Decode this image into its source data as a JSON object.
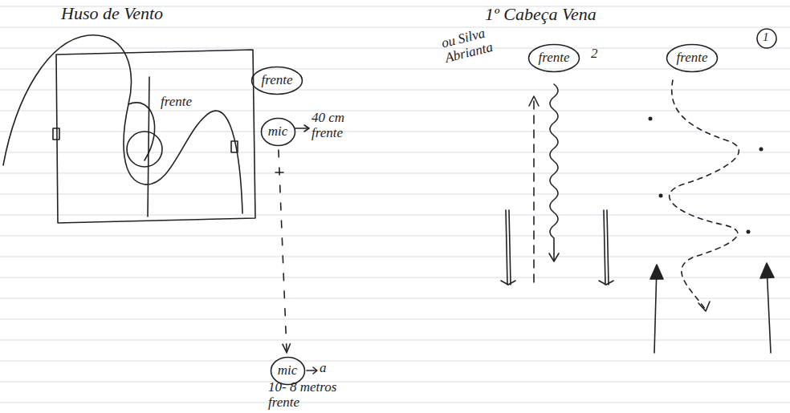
{
  "diagram": {
    "title": "Huso de Vento",
    "nodes": [
      {
        "text": [
          "frente"
        ]
      },
      {
        "text": [
          "mic"
        ]
      },
      {
        "text": [
          "mic"
        ]
      },
      {
        "text": [
          "frente"
        ]
      },
      {
        "text": [
          "frente"
        ]
      }
    ],
    "edges": [
      {
        "from": 1,
        "to": 2,
        "arrow": "to"
      }
    ],
    "labels": [
      "frente",
      "40 cm frente",
      "a",
      "10- 8 metros frente",
      "1º Cabeça Vena",
      "ou Silva Abrianta",
      "2",
      "1"
    ]
  }
}
